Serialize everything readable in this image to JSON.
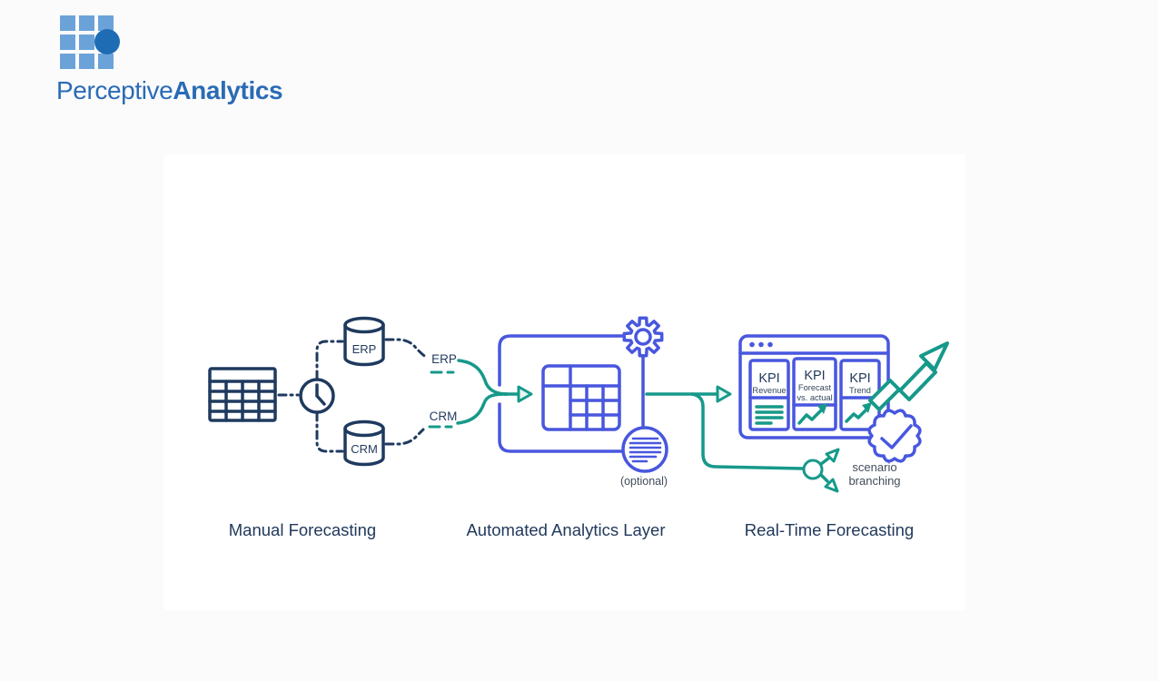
{
  "logo": {
    "brand_regular": "Perceptive",
    "brand_bold": "Analytics"
  },
  "stages": {
    "manual": "Manual Forecasting",
    "automated": "Automated Analytics Layer",
    "realtime": "Real-Time Forecasting"
  },
  "manual": {
    "erp_cylinder": "ERP",
    "crm_cylinder": "CRM",
    "erp_stream": "ERP",
    "crm_stream": "CRM"
  },
  "automated": {
    "optional_caption": "(optional)"
  },
  "realtime": {
    "kpi1_title": "KPI",
    "kpi1_subtitle": "Revenue",
    "kpi2_title": "KPI",
    "kpi2_subtitle_line1": "Forecast",
    "kpi2_subtitle_line2": "vs. actual",
    "kpi3_title": "KPI",
    "kpi3_subtitle": "Trend",
    "scenario_line1": "scenario",
    "scenario_line2": "branching"
  },
  "colors": {
    "navy": "#1f3a5f",
    "teal": "#16998a",
    "blue": "#4857de",
    "logo_light_blue": "#6ba3d9",
    "logo_dark_blue": "#1e6cb3",
    "logo_text_blue": "#2a6bb5",
    "card_background": "#ffffff",
    "page_background": "#fbfbfc"
  }
}
